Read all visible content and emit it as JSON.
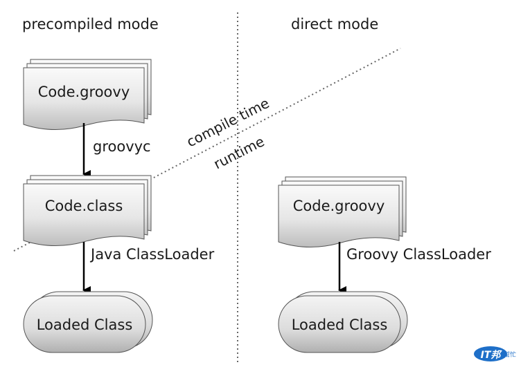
{
  "headings": {
    "precompiled": "precompiled mode",
    "direct": "direct mode"
  },
  "separator": {
    "compile_time": "compile time",
    "runtime": "runtime"
  },
  "precompiled": {
    "source": "Code.groovy",
    "compiler": "groovyc",
    "compiled": "Code.class",
    "loader": "Java ClassLoader",
    "result": "Loaded Class"
  },
  "direct": {
    "source": "Code.groovy",
    "loader": "Groovy ClassLoader",
    "result": "Loaded Class"
  },
  "watermark": {
    "logo_text": "IT邦",
    "logo_subtext": "幫忙"
  },
  "colors": {
    "shape_fill_light": "#f2f2f2",
    "shape_fill_dark": "#b8b8b8",
    "shape_stroke": "#555555",
    "arrow": "#000000",
    "divider": "#666666",
    "logo_blue": "#1e6fc8"
  }
}
